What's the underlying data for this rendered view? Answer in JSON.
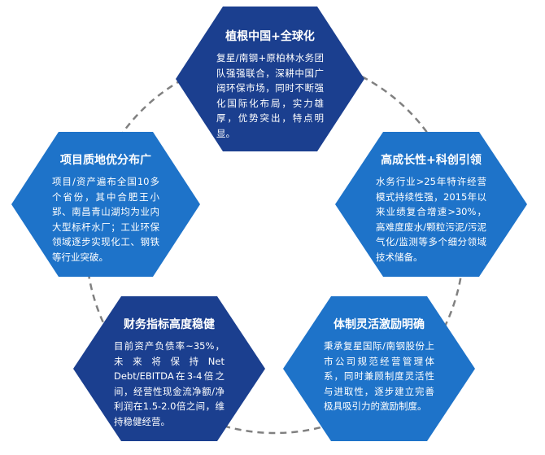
{
  "colors": {
    "navy": "#1b3f8f",
    "blue": "#1e73c9",
    "ring": "#808080"
  },
  "hexagons": {
    "top": {
      "title": "植根中国+全球化",
      "body": "复星/南钢+原柏林水务团队强强联合，深耕中国广阔环保市场，同时不断强化国际化布局，实力雄厚，优势突出，特点明显。"
    },
    "left": {
      "title": "项目质地优分布广",
      "body": "项目/资产遍布全国10多个省份，其中合肥王小郢、南昌青山湖均为业内大型标杆水厂；工业环保领域逐步实现化工、钢铁等行业突破。"
    },
    "right": {
      "title": "高成长性+科创引领",
      "body": "水务行业>25年特许经营模式持续性强，2015年以来业绩复合增速>30%，高难度废水/颗粒污泥/污泥气化/监测等多个细分领域技术储备。"
    },
    "bottom_left": {
      "title": "财务指标高度稳健",
      "body": "目前资产负债率~35%，未来将保持Net Debt/EBITDA在3-4倍之间，经营性现金流净额/净利润在1.5-2.0倍之间，维持稳健经营。"
    },
    "bottom_right": {
      "title": "体制灵活激励明确",
      "body": "秉承复星国际/南钢股份上市公司规范经营管理体系，同时兼顾制度灵活性与进取性，逐步建立完善极具吸引力的激励制度。"
    }
  }
}
